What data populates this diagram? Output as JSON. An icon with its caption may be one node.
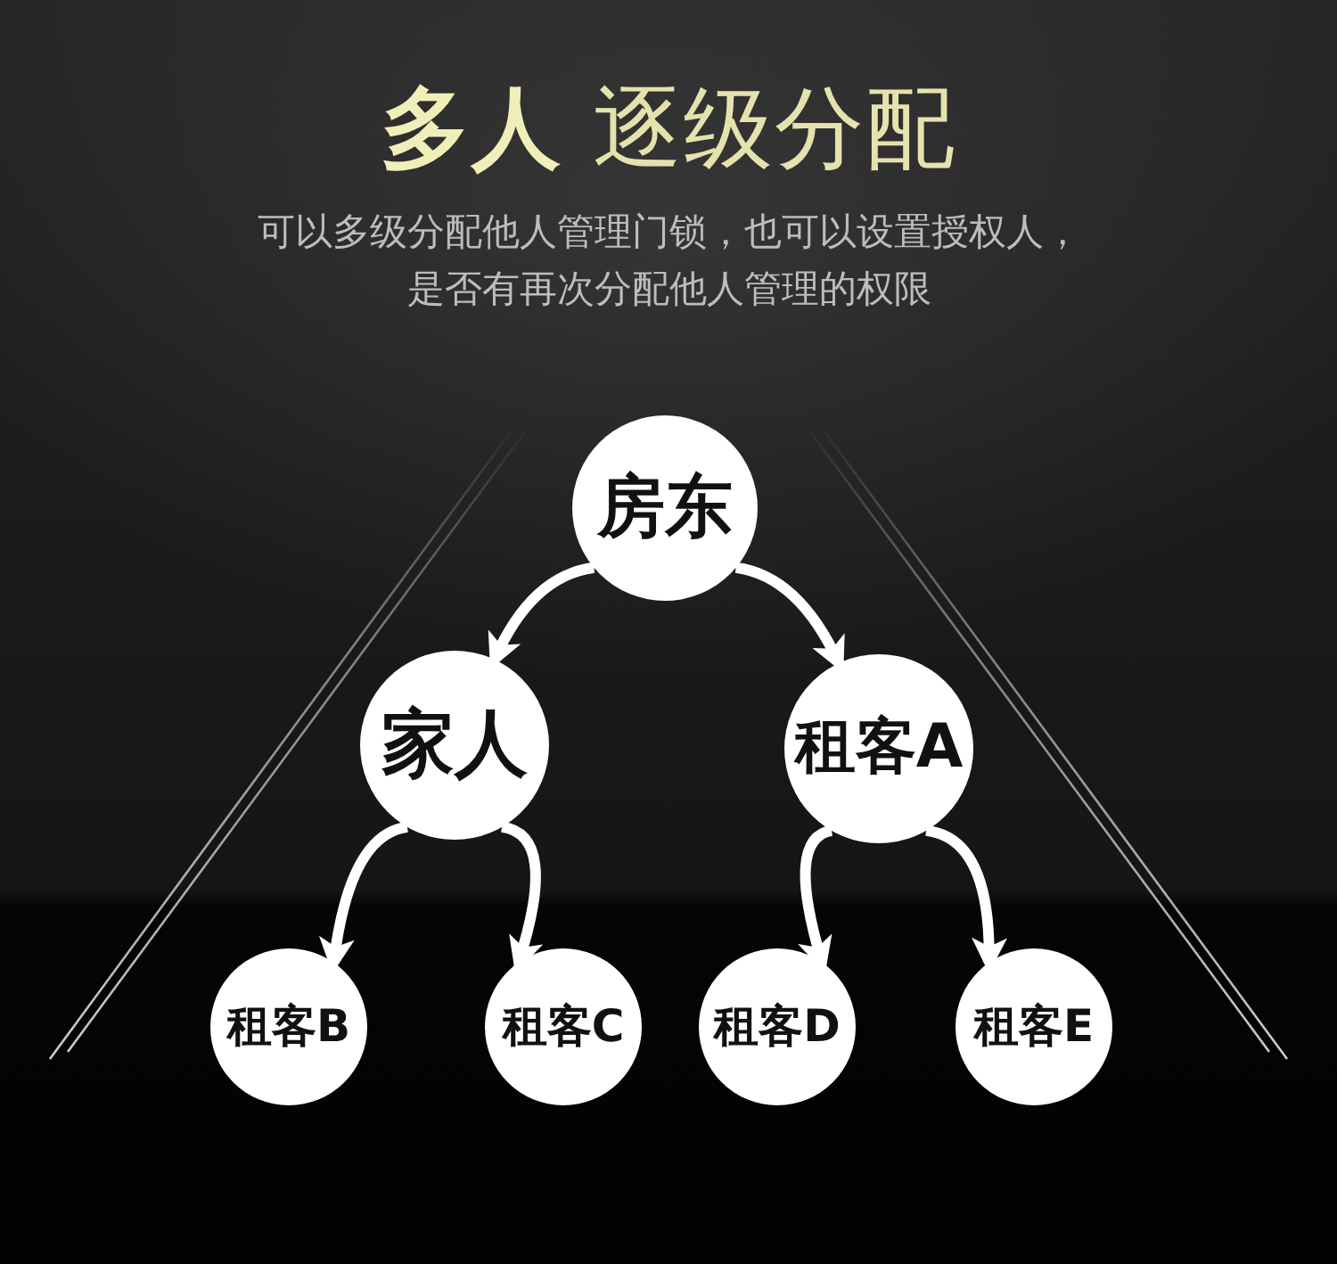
{
  "diagram": {
    "title": "**多人** 逐级分配",
    "nodes": [
      {
        "text": [
          "房东"
        ]
      },
      {
        "text": [
          "家人"
        ]
      },
      {
        "text": [
          "租客A"
        ]
      },
      {
        "text": [
          "租客B"
        ]
      },
      {
        "text": [
          "租客C"
        ]
      },
      {
        "text": [
          "租客D"
        ]
      },
      {
        "text": [
          "租客E"
        ]
      }
    ],
    "edges": [
      {
        "from": 0,
        "to": 1,
        "arrow": "to"
      },
      {
        "from": 0,
        "to": 2,
        "arrow": "to"
      },
      {
        "from": 1,
        "to": 3,
        "arrow": "to"
      },
      {
        "from": 1,
        "to": 4,
        "arrow": "to"
      },
      {
        "from": 2,
        "to": 5,
        "arrow": "to"
      },
      {
        "from": 2,
        "to": 6,
        "arrow": "to"
      }
    ],
    "labels": [
      "可以多级分配他人管理门锁，也可以设置授权人，是否有再次分配他人管理的权限"
    ]
  }
}
